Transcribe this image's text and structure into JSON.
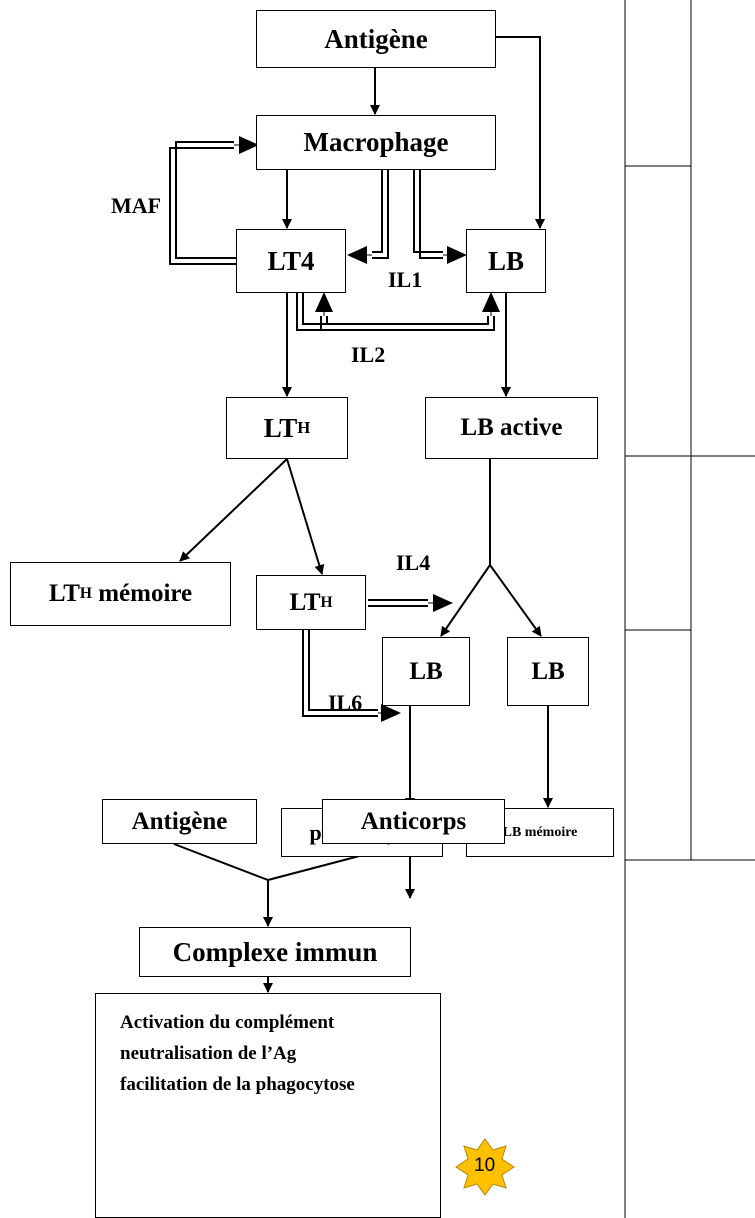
{
  "nodes": {
    "antigene_top": "Antigène",
    "macrophage": "Macrophage",
    "lt4": "LT4",
    "lb": "LB",
    "lth_1_main": "LT",
    "lth_1_sub": "H",
    "lb_active": "LB active",
    "lth_memoire_main": "LT",
    "lth_memoire_sub": "H",
    "lth_memoire_suffix": " mémoire",
    "lth_2_main": "LT",
    "lth_2_sub": "H",
    "lb_left": "LB",
    "lb_right": "LB",
    "plasmocyte": "plasmocyte",
    "lb_memoire": "LB mémoire",
    "antigene_bottom": "Antigène",
    "anticorps": "Anticorps",
    "complexe_immun": "Complexe immun",
    "final_lines": [
      "Activation du complément",
      "neutralisation de l’Ag",
      "facilitation de la phagocytose"
    ]
  },
  "labels": {
    "maf": "MAF",
    "il1": "IL1",
    "il2": "IL2",
    "il4": "IL4",
    "il6": "IL6"
  },
  "badge": {
    "value": "10",
    "color": "#FFC000",
    "icon": "star-badge-icon"
  }
}
